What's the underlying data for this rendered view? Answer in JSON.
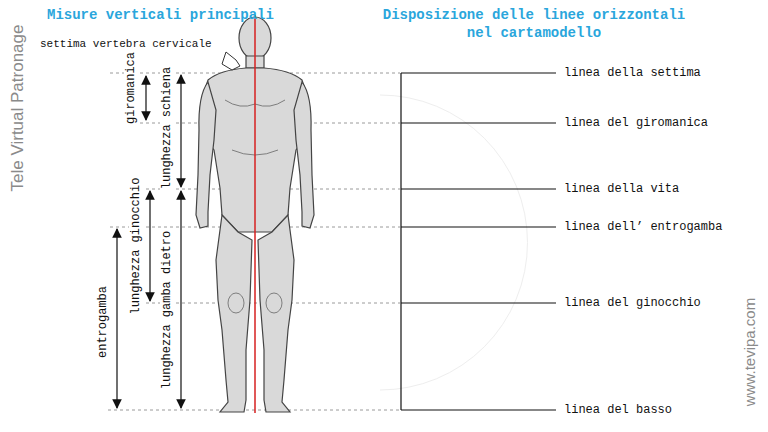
{
  "diagram": {
    "labels": [
      "Tele Virtual Patronage",
      "Misure verticali principali",
      "Disposizione delle linee orizzontali nel cartamodello",
      "settima vertebra cervicale",
      "giromanica",
      "lunghezza schiena",
      "lunghezza ginocchio",
      "lunghezza gamba dietro",
      "entrogamba",
      "linea della settima",
      "linea del giromanica",
      "linea della vita",
      "linea dell’ entrogamba",
      "linea del ginocchio",
      "linea del basso",
      "www.tevipa.com"
    ]
  }
}
